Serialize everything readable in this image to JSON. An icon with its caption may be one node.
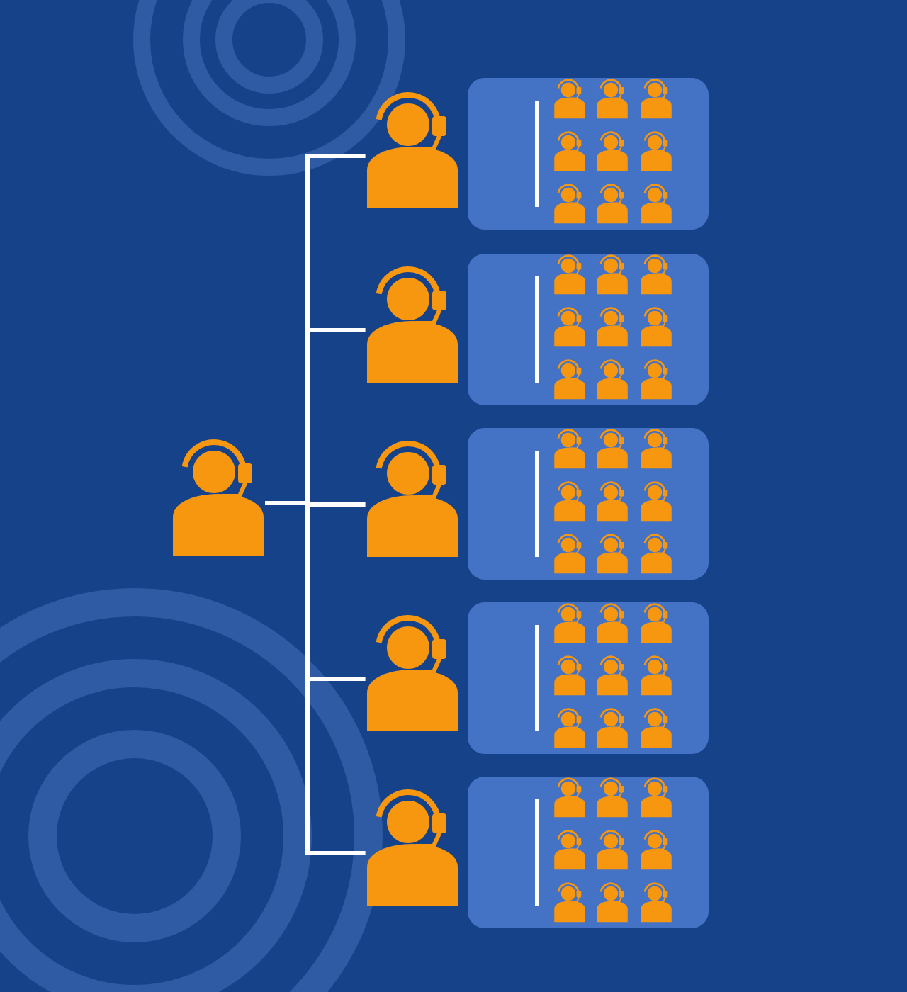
{
  "diagram": {
    "nodes": [
      {
        "text": [],
        "shape": "person"
      },
      {
        "text": [],
        "shape": "person"
      },
      {
        "text": [],
        "shape": "person"
      },
      {
        "text": [],
        "shape": "person"
      },
      {
        "text": [],
        "shape": "person"
      },
      {
        "text": [],
        "shape": "person"
      },
      {
        "text": [],
        "shape": "box"
      },
      {
        "text": [],
        "shape": "box"
      },
      {
        "text": [],
        "shape": "box"
      },
      {
        "text": [],
        "shape": "box"
      },
      {
        "text": [],
        "shape": "box"
      }
    ],
    "edges": [
      {
        "from": 0,
        "to": 1,
        "arrow": "none"
      },
      {
        "from": 0,
        "to": 2,
        "arrow": "none"
      },
      {
        "from": 0,
        "to": 3,
        "arrow": "none"
      },
      {
        "from": 0,
        "to": 4,
        "arrow": "none"
      },
      {
        "from": 0,
        "to": 5,
        "arrow": "none"
      }
    ]
  }
}
